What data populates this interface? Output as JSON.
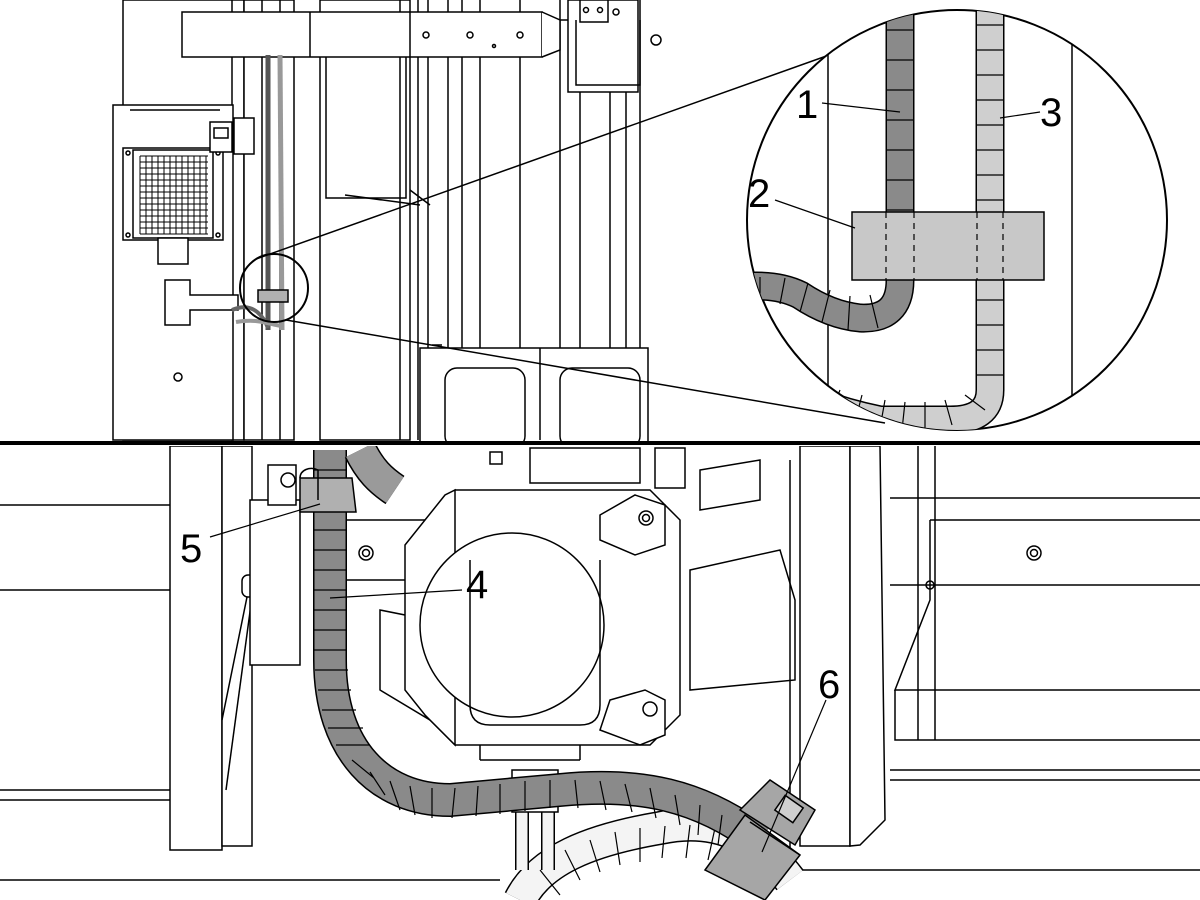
{
  "top_view": {
    "zoom_detail": {
      "callouts": [
        {
          "id": "1",
          "label": "1"
        },
        {
          "id": "2",
          "label": "2"
        },
        {
          "id": "3",
          "label": "3"
        }
      ]
    }
  },
  "bottom_view": {
    "callouts": [
      {
        "id": "4",
        "label": "4"
      },
      {
        "id": "5",
        "label": "5"
      },
      {
        "id": "6",
        "label": "6"
      }
    ]
  },
  "colors": {
    "line": "#000000",
    "background": "#ffffff",
    "dark_cable": "#8a8a8a",
    "light_cable": "#cfcfcf",
    "bracket": "#b0b0b0",
    "gland": "#a6a6a6"
  }
}
